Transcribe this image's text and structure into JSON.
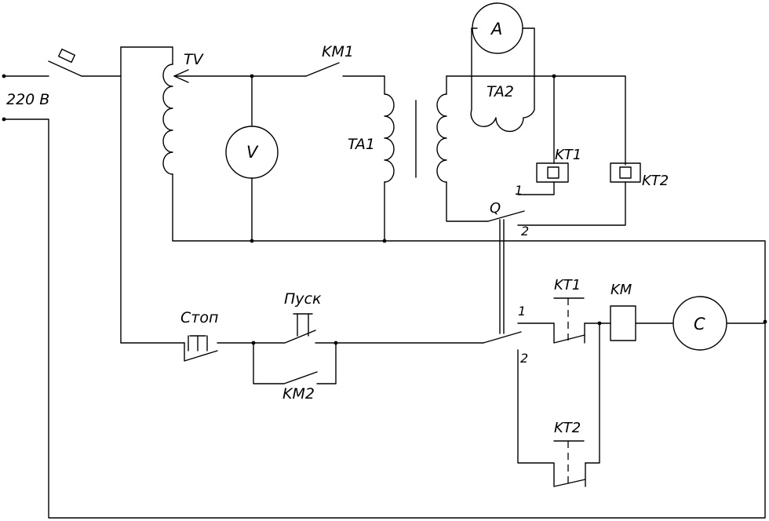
{
  "labels": {
    "supply": "220 В",
    "tv": "TV",
    "km1": "KM1",
    "voltmeter": "V",
    "ammeter": "A",
    "ta1": "TA1",
    "ta2": "TA2",
    "kt1_top": "KT1",
    "kt2_top": "KT2",
    "q": "Q",
    "q_pos1": "1",
    "q_pos2": "2",
    "stop": "Стоп",
    "start": "Пуск",
    "km2": "KM2",
    "sw_pos1": "1",
    "sw_pos2": "2",
    "kt1_bottom": "KT1",
    "kt2_bottom": "KT2",
    "km": "KM",
    "stopwatch": "C"
  }
}
